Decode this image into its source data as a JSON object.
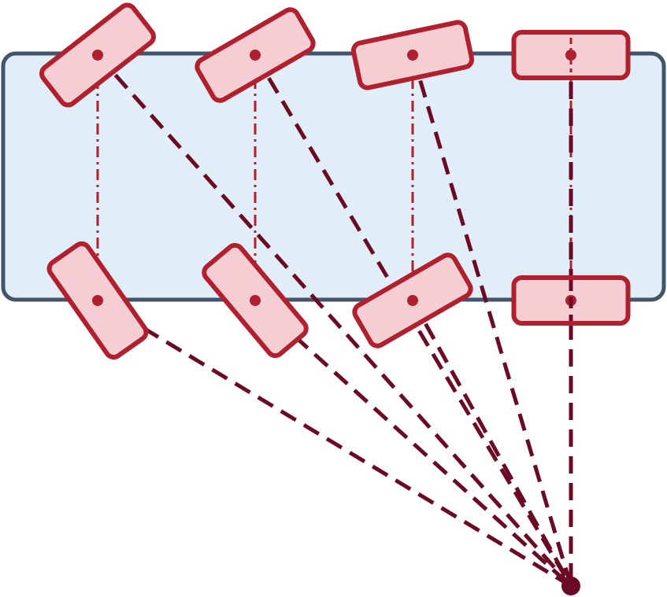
{
  "diagram": {
    "description_text": "",
    "colors": {
      "chassis_fill": "#e1edf7",
      "chassis_stroke": "#44546a",
      "wheel_fill": "#f5ced4",
      "wheel_stroke": "#b0202f",
      "axle_line": "#b0202f",
      "ray_line": "#6b0a24",
      "center_point": "#6b0a24"
    },
    "axles": [
      {
        "id": "axle-1",
        "front_wheel_steer_deg": -38,
        "rear_wheel_steer_deg": 55
      },
      {
        "id": "axle-2",
        "front_wheel_steer_deg": -30,
        "rear_wheel_steer_deg": 50
      },
      {
        "id": "axle-3",
        "front_wheel_steer_deg": -12,
        "rear_wheel_steer_deg": -30
      },
      {
        "id": "axle-4",
        "front_wheel_steer_deg": 0,
        "rear_wheel_steer_deg": 0
      }
    ],
    "turning_center": {
      "name": "instantaneous-center-of-rotation"
    }
  }
}
